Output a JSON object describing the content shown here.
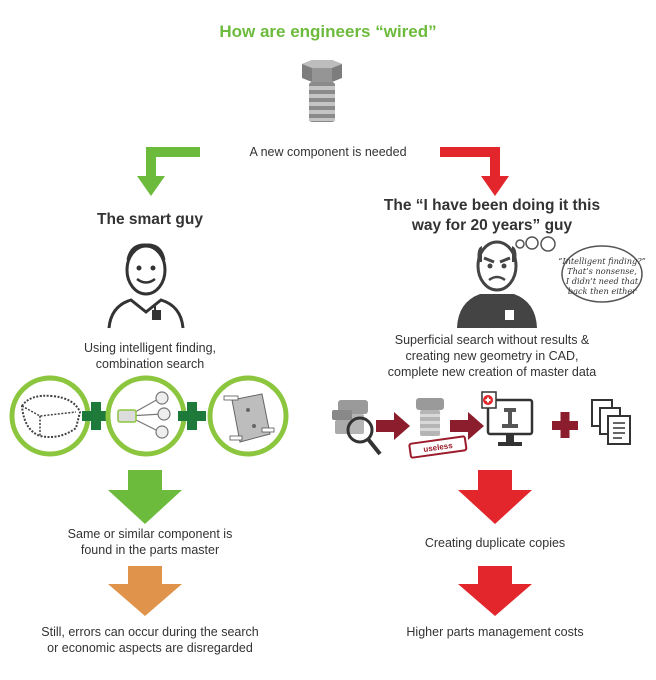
{
  "title": "How are engineers “wired”",
  "start_label": "A new component is needed",
  "left": {
    "heading": "The smart guy",
    "method": [
      "Using intelligent finding,",
      "combination search"
    ],
    "result": [
      "Same or similar component is",
      "found in the parts master"
    ],
    "caveat": [
      "Still, errors can occur during the search",
      "or economic aspects are disregarded"
    ]
  },
  "right": {
    "heading": [
      "The “I have been doing it this",
      "way for 20 years” guy"
    ],
    "thought": [
      "“Intelligent finding?”",
      "That’s nonsense,",
      "I didn’t need that",
      "back then either"
    ],
    "method": [
      "Superficial search without results &",
      "creating new geometry in CAD,",
      "complete new creation of master data"
    ],
    "stamp": "useless",
    "result": "Creating duplicate copies",
    "consequence": "Higher parts management costs"
  },
  "colors": {
    "green": "#6cbb3c",
    "red": "#e3262c",
    "orange": "#e0934b",
    "maroon": "#8c1d2c",
    "grey": "#555555"
  },
  "icons": [
    "bolt-icon",
    "smart-guy-icon",
    "grumpy-guy-icon",
    "thought-bubble-icon",
    "magnifier-icon",
    "monitor-icon",
    "documents-icon",
    "plus-icon"
  ]
}
